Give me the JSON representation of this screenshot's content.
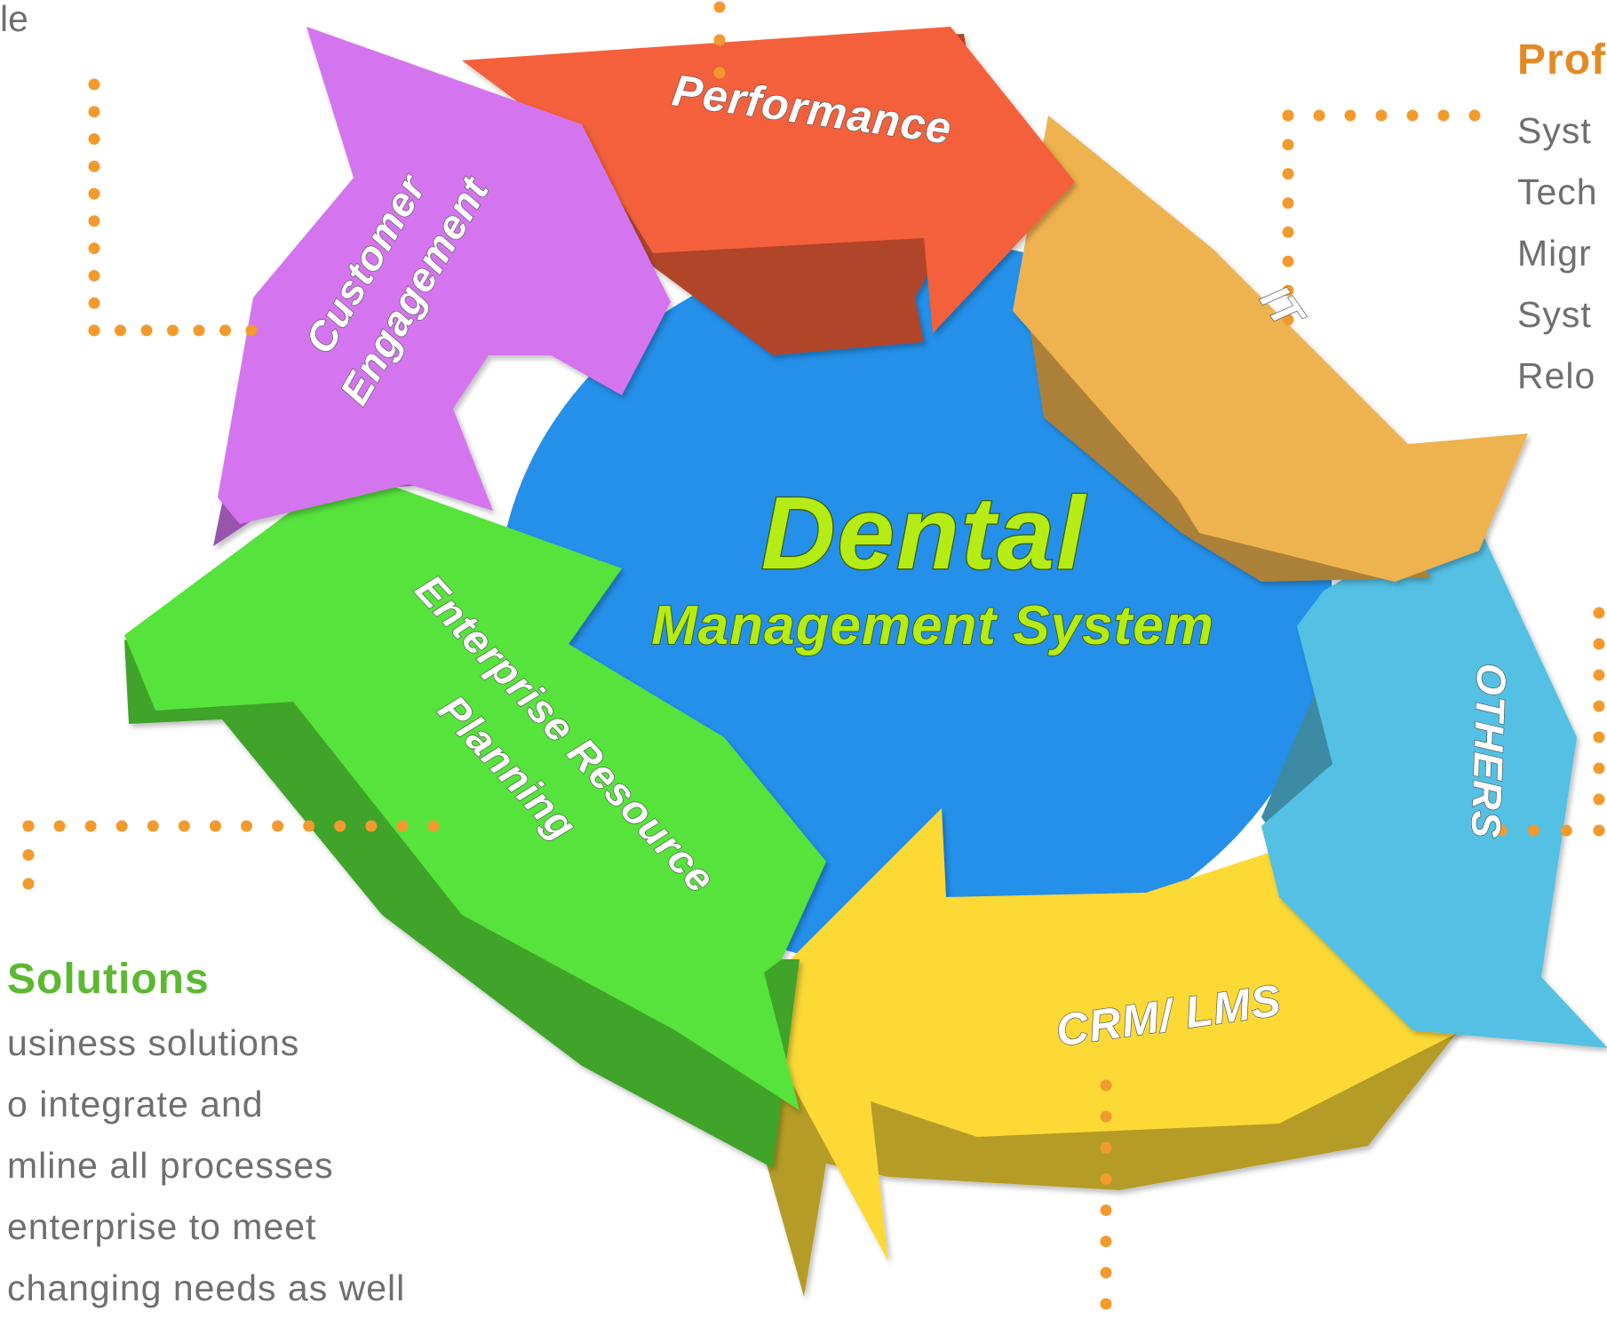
{
  "diagram": {
    "center": {
      "title": "Dental",
      "subtitle": "Management System"
    },
    "segments": [
      {
        "id": "performance",
        "label": "Performance",
        "color": "#f4603a"
      },
      {
        "id": "it",
        "label": "IT",
        "color": "#eeb24f"
      },
      {
        "id": "others",
        "label": "OTHERS",
        "color": "#53c0e4"
      },
      {
        "id": "crm",
        "label": "CRM/ LMS",
        "color": "#fcd936"
      },
      {
        "id": "erp",
        "label_line1": "Enterprise Resource",
        "label_line2": "Planning",
        "color": "#57e33a"
      },
      {
        "id": "customer",
        "label_line1": "Customer",
        "label_line2": "Engagement",
        "color": "#d474ef"
      }
    ]
  },
  "colors": {
    "center_fill": "#2490ea",
    "center_text": "#b5ec15",
    "connector": "#f39a2e",
    "right_heading": "#e38a25",
    "left_heading": "#5cb830",
    "body_text": "#6f6f6f"
  },
  "top_left_fragment": "le",
  "right_panel": {
    "heading": "Prof",
    "lines": [
      "Syst",
      "Tech",
      "Migr",
      "Syst",
      "Relo"
    ]
  },
  "bottom_left_panel": {
    "heading": "Solutions",
    "lines": [
      "usiness solutions",
      "o integrate and",
      "mline all processes",
      "enterprise to meet",
      "changing needs as well"
    ]
  }
}
